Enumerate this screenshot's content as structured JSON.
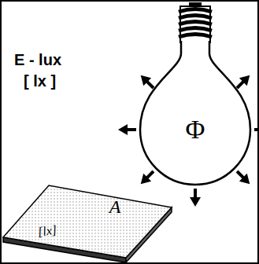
{
  "diagram": {
    "nodes": [
      {
        "text": [
          "Φ"
        ]
      },
      {
        "text": [
          "A",
          "[lx]"
        ]
      }
    ],
    "labels": [
      "E - lux",
      "[ lx ]"
    ]
  }
}
